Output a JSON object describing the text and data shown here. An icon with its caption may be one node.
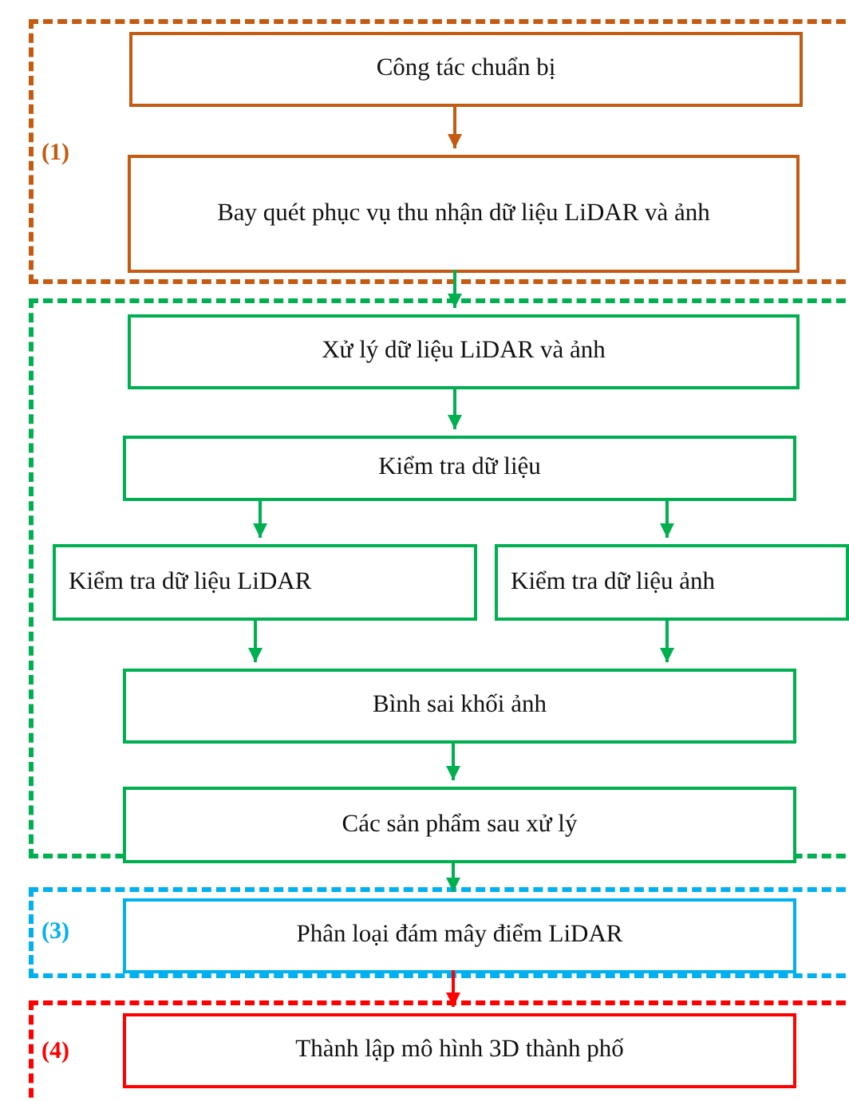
{
  "diagram": {
    "nodes": [
      {
        "text": [
          "(1)"
        ]
      },
      {
        "text": [
          "Công tác chuẩn bị"
        ],
        "in": 0
      },
      {
        "text": [
          "Bay quét phục vụ thu nhận dữ liệu LiDAR và ảnh"
        ],
        "in": 0
      },
      {
        "text": [],
        "shape": "box"
      },
      {
        "text": [
          "Xử lý dữ liệu LiDAR và ảnh"
        ],
        "in": 3
      },
      {
        "text": [
          "Kiểm tra dữ liệu"
        ],
        "in": 3
      },
      {
        "text": [
          "Kiểm tra dữ liệu LiDAR"
        ],
        "in": 3
      },
      {
        "text": [
          "Kiểm tra dữ liệu ảnh"
        ],
        "in": 3
      },
      {
        "text": [
          "Bình sai khối ảnh"
        ],
        "in": 3
      },
      {
        "text": [
          "Các sản phẩm sau xử lý"
        ],
        "in": 3
      },
      {
        "text": [
          "(3)"
        ]
      },
      {
        "text": [
          "Phân loại đám mây điểm LiDAR"
        ],
        "in": 10
      },
      {
        "text": [
          "(4)"
        ]
      },
      {
        "text": [
          "Thành lập mô hình 3D thành phố"
        ],
        "in": 12
      }
    ],
    "edges": [
      {
        "from": 1,
        "to": 2,
        "arrow": "to",
        "color": "#c55a11"
      },
      {
        "from": 2,
        "to": 4,
        "arrow": "to"
      },
      {
        "from": 4,
        "to": 5,
        "arrow": "to"
      },
      {
        "from": 5,
        "to": 6,
        "arrow": "to"
      },
      {
        "from": 5,
        "to": 7,
        "arrow": "to"
      },
      {
        "from": 6,
        "to": 8,
        "arrow": "to"
      },
      {
        "from": 7,
        "to": 8,
        "arrow": "to"
      },
      {
        "from": 8,
        "to": 9,
        "arrow": "to"
      },
      {
        "from": 9,
        "to": 11,
        "arrow": "to"
      },
      {
        "from": 11,
        "to": 13,
        "arrow": "to",
        "color": "#ff0000"
      }
    ]
  }
}
